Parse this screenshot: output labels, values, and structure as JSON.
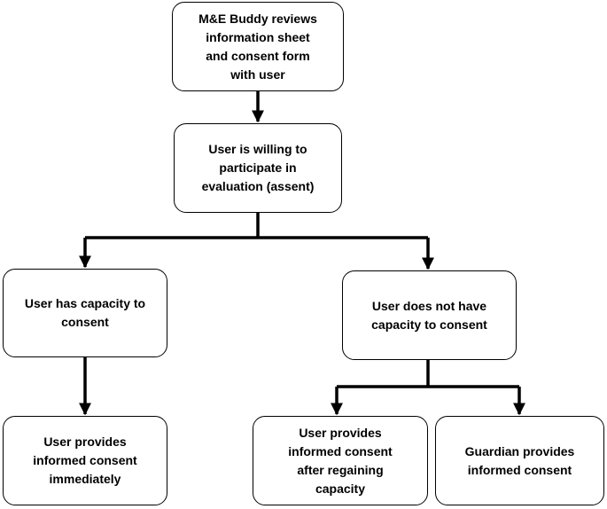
{
  "diagram": {
    "nodes": [
      {
        "id": "review",
        "text": "M&E Buddy reviews\ninformation sheet\nand consent form\nwith user"
      },
      {
        "id": "assent",
        "text": "User is willing to\nparticipate in\nevaluation (assent)"
      },
      {
        "id": "capacity",
        "text": "User has capacity to\nconsent"
      },
      {
        "id": "no-capacity",
        "text": "User does not have\ncapacity to consent"
      },
      {
        "id": "consent-now",
        "text": "User provides\ninformed consent\nimmediately"
      },
      {
        "id": "consent-later",
        "text": "User provides\ninformed consent\nafter regaining\ncapacity"
      },
      {
        "id": "guardian",
        "text": "Guardian provides\ninformed consent"
      }
    ],
    "edges": [
      {
        "from": "review",
        "to": "assent"
      },
      {
        "from": "assent",
        "to": "capacity"
      },
      {
        "from": "assent",
        "to": "no-capacity"
      },
      {
        "from": "capacity",
        "to": "consent-now"
      },
      {
        "from": "no-capacity",
        "to": "consent-later"
      },
      {
        "from": "no-capacity",
        "to": "guardian"
      }
    ],
    "colors": {
      "stroke": "#000000",
      "fill": "#ffffff",
      "text": "#000000"
    }
  }
}
